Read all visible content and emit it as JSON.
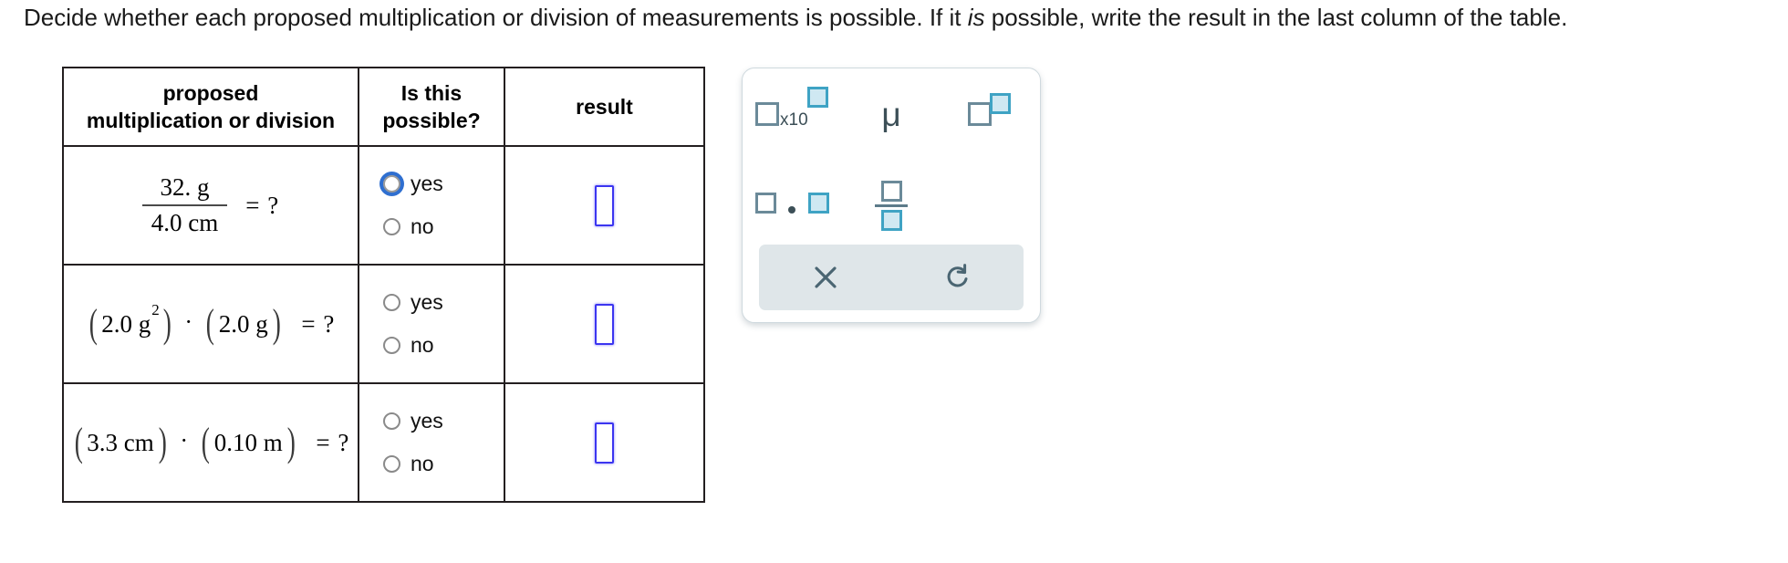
{
  "instruction": {
    "part1": "Decide whether each proposed multiplication or division of measurements is possible. If it ",
    "emphasis": "is",
    "part2": " possible, write the result in the last column of the table."
  },
  "table": {
    "headers": {
      "proposed_line1": "proposed",
      "proposed_line2": "multiplication or division",
      "possible_line1": "Is this",
      "possible_line2": "possible?",
      "result": "result"
    },
    "rows": [
      {
        "expression": {
          "kind": "fraction",
          "numerator": "32. g",
          "denominator": "4.0 cm",
          "equals": "= ?"
        },
        "options": [
          {
            "label": "yes",
            "selected": false,
            "focused": true
          },
          {
            "label": "no",
            "selected": false,
            "focused": false
          }
        ],
        "result_value": "",
        "result_placeholder": ""
      },
      {
        "expression": {
          "kind": "product",
          "left_value": "2.0",
          "left_unit": "g",
          "left_exponent": "2",
          "operator": "·",
          "right_value": "2.0",
          "right_unit": "g",
          "right_exponent": "",
          "equals": "= ?"
        },
        "options": [
          {
            "label": "yes",
            "selected": false,
            "focused": false
          },
          {
            "label": "no",
            "selected": false,
            "focused": false
          }
        ],
        "result_value": "",
        "result_placeholder": ""
      },
      {
        "expression": {
          "kind": "product",
          "left_value": "3.3",
          "left_unit": "cm",
          "left_exponent": "",
          "operator": "·",
          "right_value": "0.10",
          "right_unit": "m",
          "right_exponent": "",
          "equals": "= ?"
        },
        "options": [
          {
            "label": "yes",
            "selected": false,
            "focused": false
          },
          {
            "label": "no",
            "selected": false,
            "focused": false
          }
        ],
        "result_value": "",
        "result_placeholder": ""
      }
    ]
  },
  "keypad": {
    "buttons": [
      {
        "name": "scientific-notation",
        "label": "x10",
        "icon": "box-x10-exponent-icon"
      },
      {
        "name": "micro-prefix",
        "label": "μ",
        "icon": "mu-icon"
      },
      {
        "name": "superscript",
        "label": "",
        "icon": "box-exponent-icon"
      },
      {
        "name": "multiply",
        "label": "",
        "icon": "box-dot-box-icon"
      },
      {
        "name": "fraction",
        "label": "",
        "icon": "fraction-icon"
      }
    ],
    "actions": [
      {
        "name": "clear",
        "label": "",
        "icon": "close-x-icon"
      },
      {
        "name": "undo",
        "label": "",
        "icon": "undo-arrow-icon"
      }
    ]
  },
  "colors": {
    "table_border": "#231f20",
    "input_border": "#3b35f0",
    "radio_focus": "#2f6fd0",
    "keypad_box_outline": "#6b8a99",
    "keypad_box_fill": "#cfe8f2",
    "keypad_accent": "#3fa3c4",
    "keypad_action_bg": "#dfe6e9",
    "keypad_icon": "#4a6572"
  }
}
